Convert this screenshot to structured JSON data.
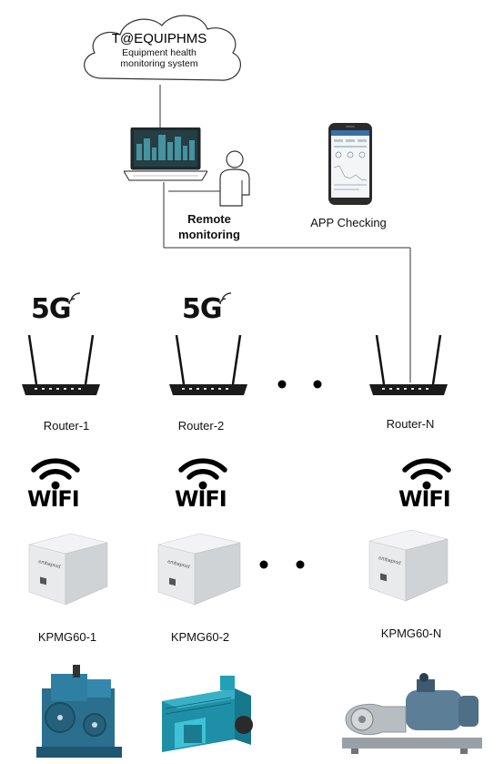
{
  "cloud": {
    "title": "T@EQUIPHMS",
    "subtitle_line1": "Equipment health",
    "subtitle_line2": "monitoring system"
  },
  "remote": {
    "line1": "Remote",
    "line2": "monitoring"
  },
  "app": {
    "label": "APP Checking"
  },
  "network_badge": "5G",
  "routers": [
    {
      "label": "Router-1",
      "has_5g": true
    },
    {
      "label": "Router-2",
      "has_5g": true
    },
    {
      "label": "Router-N",
      "has_5g": false
    }
  ],
  "wifi_text": "WIFI",
  "sensors": [
    {
      "label": "KPMG60-1"
    },
    {
      "label": "KPMG60-2"
    },
    {
      "label": "KPMG60-N"
    }
  ],
  "sensor_brand": "embaprod"
}
